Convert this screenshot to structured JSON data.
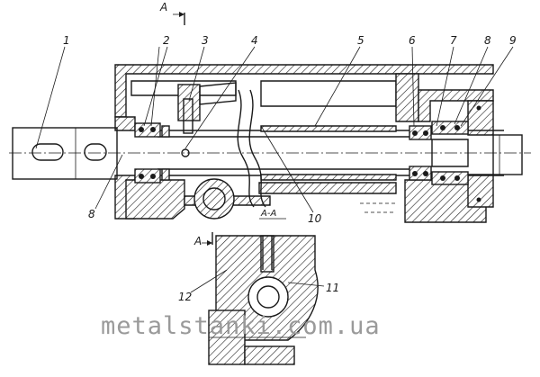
{
  "labels": {
    "p1": "1",
    "p2": "2",
    "p3": "3",
    "p4": "4",
    "p5": "5",
    "p6": "6",
    "p7": "7",
    "p8": "8",
    "p9": "9",
    "p8b": "8",
    "p10": "10",
    "p11": "11",
    "p12": "12"
  },
  "section": {
    "top": "A",
    "side": "A",
    "title": "A-A"
  },
  "watermark": "metalstanki.com.ua"
}
